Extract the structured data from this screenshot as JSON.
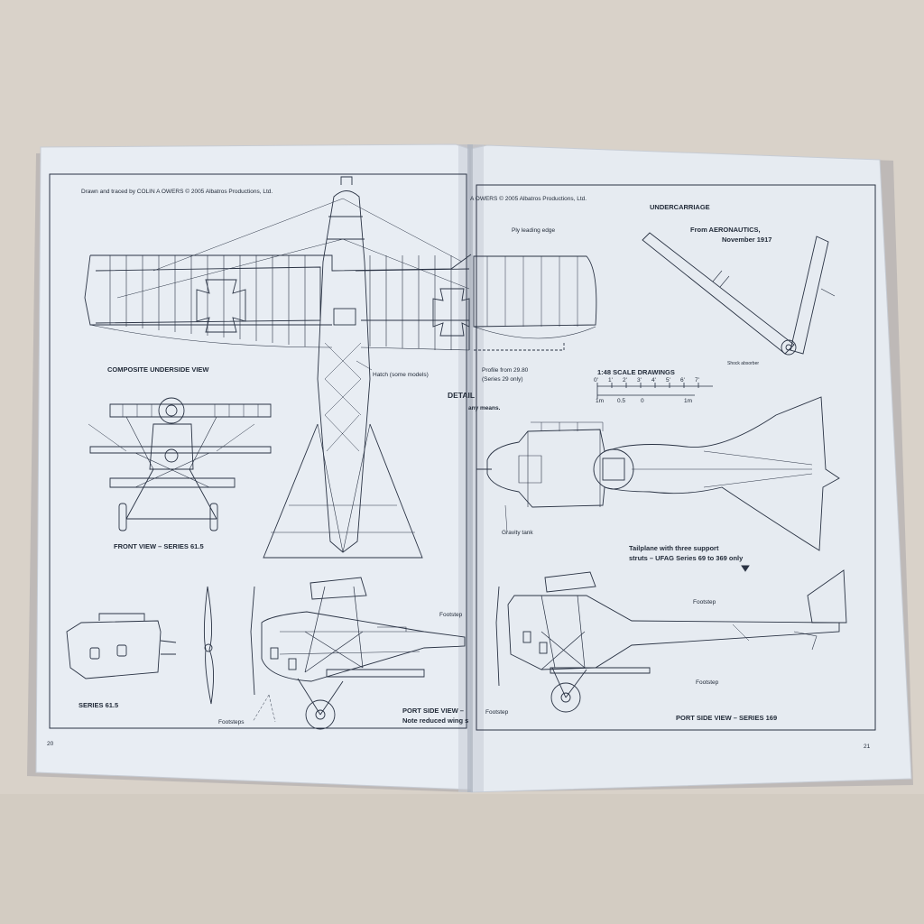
{
  "left_page": {
    "credit": "Drawn and traced by COLIN A OWERS © 2005 Albatros Productions, Ltd.",
    "composite_underside_view": "COMPOSITE UNDERSIDE VIEW",
    "hatch_label": "Hatch (some models)",
    "front_view_label": "FRONT VIEW – SERIES 61.5",
    "series_label": "SERIES 61.5",
    "footsteps_label": "Footsteps",
    "footstep_label": "Footstep",
    "port_side_view_label": "PORT SIDE VIEW –",
    "note_label": "Note reduced wing s",
    "page_number": "20"
  },
  "right_page": {
    "credit": "A OWERS © 2005 Albatros Productions, Ltd.",
    "undercarriage_title": "UNDERCARRIAGE",
    "aeronautics_line1": "From AERONAUTICS,",
    "aeronautics_line2": "November 1917",
    "ply_leading_edge": "Ply leading edge",
    "profile_line1": "Profile from 29.80",
    "profile_line2": "(Series 29 only)",
    "scale_title": "1:48 SCALE DRAWINGS",
    "scale_feet": [
      "0'",
      "1'",
      "2'",
      "3'",
      "4'",
      "5'",
      "6'",
      "7'"
    ],
    "scale_m": [
      "1m",
      "0.5",
      "0",
      "1m"
    ],
    "detail_partial": "DETAIL",
    "any_means_partial": "any means.",
    "gravity_tank": "Gravity tank",
    "tailplane_line1": "Tailplane with three support",
    "tailplane_line2": "struts – UFAG Series 69 to 369 only",
    "footstep_upper": "Footstep",
    "footstep_lower": "Footstep",
    "footstep_left": "Footstep",
    "shock_absorber": "Shock absorber",
    "port_side_view_169": "PORT SIDE VIEW – SERIES 169",
    "page_number": "21"
  },
  "colors": {
    "background_table": "#d9d2c9",
    "paper": "#e7ecf2",
    "ink": "#2a3344"
  }
}
